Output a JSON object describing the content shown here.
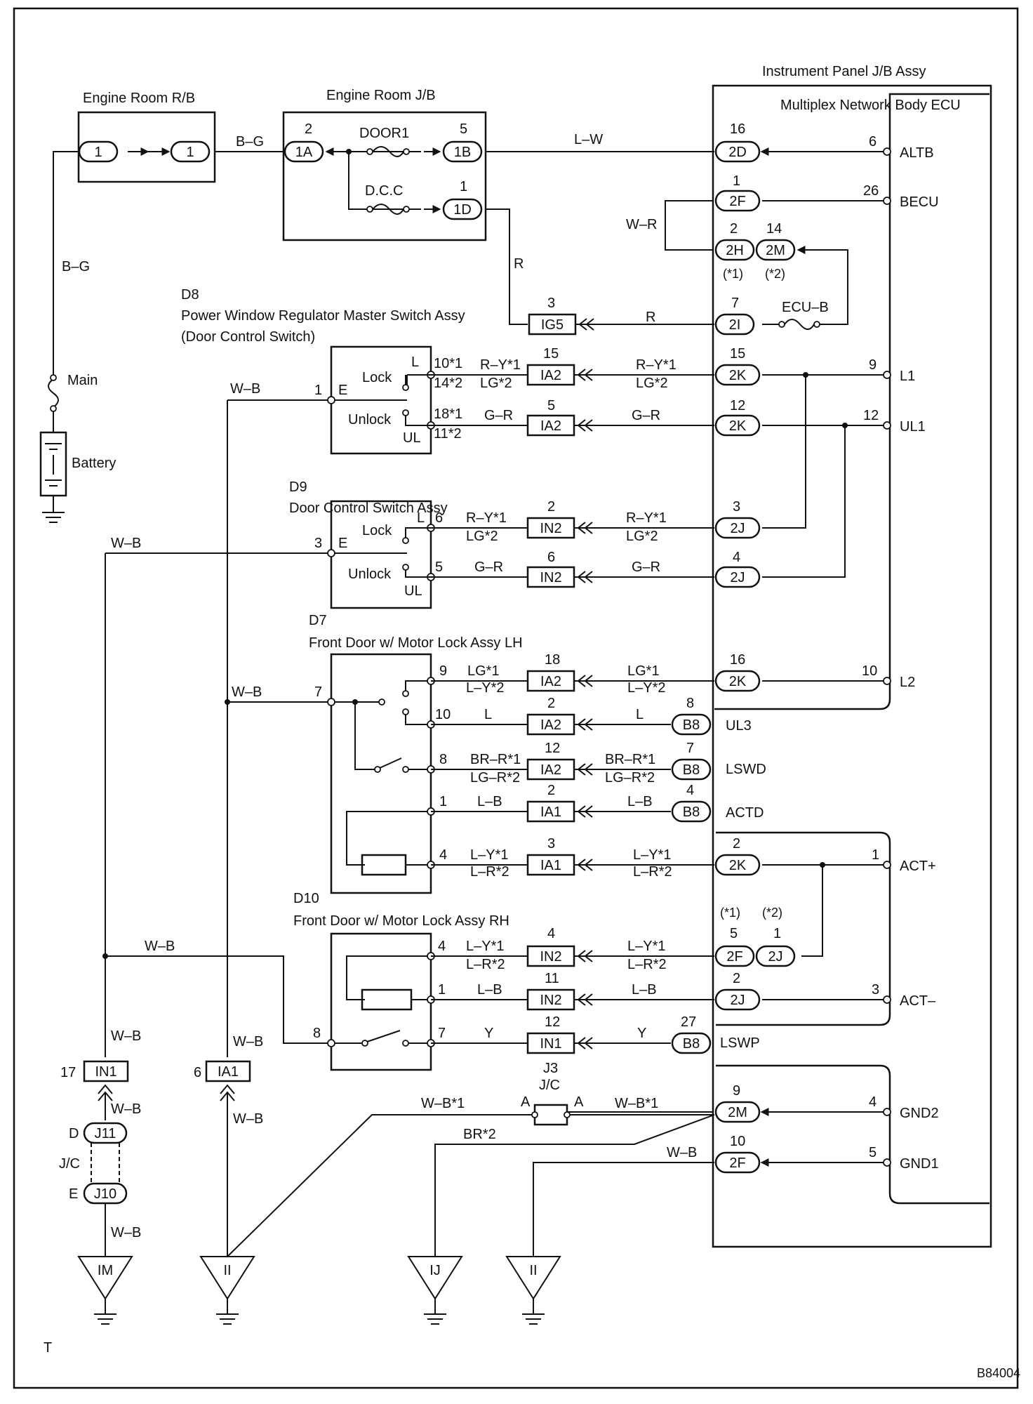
{
  "labels": {
    "engine_room_rb": "Engine Room R/B",
    "engine_room_jb": "Engine Room J/B",
    "ip_jb": "Instrument Panel J/B Assy",
    "mux_ecu": "Multiplex Network Body ECU",
    "d8_code": "D8",
    "d8_name": "Power Window Regulator Master Switch Assy",
    "d8_sub": "(Door Control Switch)",
    "d9_code": "D9",
    "d9_name": "Door Control Switch Assy",
    "d7_code": "D7",
    "d7_name": "Front Door w/ Motor Lock Assy LH",
    "d10_code": "D10",
    "d10_name": "Front Door w/ Motor Lock Assy RH",
    "door1": "DOOR1",
    "dcc": "D.C.C",
    "ecu_b": "ECU–B",
    "main": "Main",
    "battery": "Battery",
    "lock": "Lock",
    "unlock": "Unlock",
    "L": "L",
    "UL": "UL",
    "E": "E",
    "jc": "J/C",
    "j3": "J3",
    "footer_t": "T",
    "footer_code": "B84004"
  },
  "connectors": {
    "rb1a": "1",
    "rb1b": "1",
    "jb1A": "1A",
    "jb1B": "1B",
    "jb1D": "1D",
    "c2D": "2D",
    "c2F": "2F",
    "c2H": "2H",
    "c2M": "2M",
    "c2I": "2I",
    "c2K": "2K",
    "c2J": "2J",
    "cB8": "B8",
    "cIG5": "IG5",
    "cIA2": "IA2",
    "cIN2": "IN2",
    "cIA1": "IA1",
    "cIN1": "IN1",
    "cJ11": "J11",
    "cJ10": "J10"
  },
  "pins": {
    "p1A": "2",
    "p1B": "5",
    "p1D": "1",
    "p2D": "16",
    "p2F": "1",
    "p2H": "2",
    "p2M": "14",
    "p2I": "7",
    "p2K_l1": "15",
    "p2K_ul1": "12",
    "p2J_l": "3",
    "p2J_ul": "4",
    "p2K_l2": "16",
    "pB8_ul3": "8",
    "pB8_lswd": "7",
    "pB8_actd": "4",
    "p2K_act": "2",
    "p2F_act": "5",
    "p2J_act": "1",
    "p2J_actm": "2",
    "pB8_lswp": "27",
    "p2M_gnd": "9",
    "p2F_gnd": "10",
    "pIG5": "3",
    "pIA2_l1": "15",
    "pIA2_ul1": "5",
    "pIN2_l": "2",
    "pIN2_ul": "6",
    "pIA2_l2": "18",
    "pIA2_ul3": "2",
    "pIA2_lswd": "12",
    "pIA1_actd": "2",
    "pIA1_act": "3",
    "pIN2_act": "4",
    "pIN2_actm": "11",
    "pIN1_lswp": "12",
    "pIN1_gnd": "17",
    "pIA1_gnd": "6",
    "ecu_altb": "6",
    "ecu_becu": "26",
    "ecu_l1": "9",
    "ecu_ul1": "12",
    "ecu_l2": "10",
    "ecu_actp": "1",
    "ecu_actm": "3",
    "ecu_gnd2": "4",
    "ecu_gnd1": "5",
    "d8_e": "1",
    "d8_l1": "10*1",
    "d8_l2": "14*2",
    "d8_ul1": "18*1",
    "d8_ul2": "11*2",
    "d9_e": "3",
    "d9_l": "6",
    "d9_ul": "5",
    "d7_e": "7",
    "d7_9": "9",
    "d7_10": "10",
    "d7_8": "8",
    "d7_1": "1",
    "d7_4": "4",
    "d10_e": "8",
    "d10_4": "4",
    "d10_1": "1",
    "d10_7": "7",
    "jc_d": "D",
    "jc_e": "E",
    "j3_a1": "A",
    "j3_a2": "A",
    "star1a": "(*1)",
    "star2a": "(*2)",
    "star1b": "(*1)",
    "star2b": "(*2)"
  },
  "terminals": {
    "altb": "ALTB",
    "becu": "BECU",
    "l1": "L1",
    "ul1": "UL1",
    "l2": "L2",
    "ul3": "UL3",
    "lswd": "LSWD",
    "actd": "ACTD",
    "actp": "ACT+",
    "actm": "ACT–",
    "lswp": "LSWP",
    "gnd2": "GND2",
    "gnd1": "GND1"
  },
  "wires": {
    "bg_top": "B–G",
    "bg_left": "B–G",
    "lw": "L–W",
    "wr": "W–R",
    "r_v": "R",
    "r_h": "R",
    "ry1": "R–Y*1",
    "lg2": "LG*2",
    "gr": "G–R",
    "lg1": "LG*1",
    "ly2": "L–Y*2",
    "l": "L",
    "brr1": "BR–R*1",
    "lgr2": "LG–R*2",
    "lb": "L–B",
    "ly1": "L–Y*1",
    "lr2": "L–R*2",
    "y": "Y",
    "wb": "W–B",
    "wb1": "W–B*1",
    "br2": "BR*2"
  },
  "grounds": {
    "im": "IM",
    "ii1": "II",
    "ij": "IJ",
    "ii2": "II"
  }
}
